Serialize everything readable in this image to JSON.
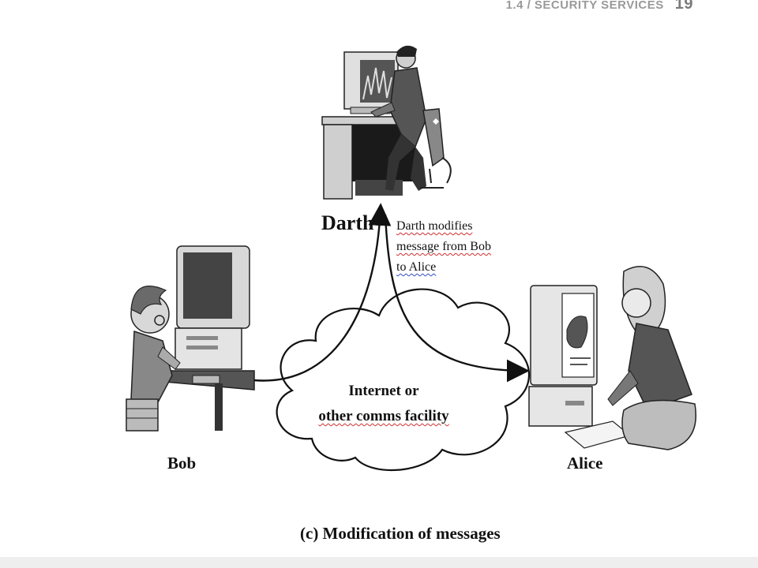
{
  "header": {
    "section": "1.4 / SECURITY SERVICES",
    "page": "19"
  },
  "diagram": {
    "darth_label": "Darth",
    "bob_label": "Bob",
    "alice_label": "Alice",
    "note_lines": [
      "Darth modifies",
      "message from Bob",
      "to Alice"
    ],
    "cloud_lines": [
      "Internet or",
      "other comms facility"
    ],
    "caption": "(c) Modification of messages"
  }
}
